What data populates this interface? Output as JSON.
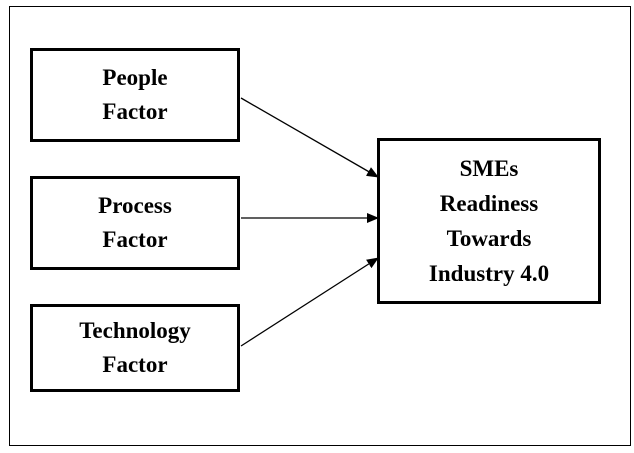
{
  "diagram": {
    "sources": [
      {
        "id": "people",
        "lines": [
          "People",
          "Factor"
        ]
      },
      {
        "id": "process",
        "lines": [
          "Process",
          "Factor"
        ]
      },
      {
        "id": "technology",
        "lines": [
          "Technology",
          "Factor"
        ]
      }
    ],
    "target": {
      "lines": [
        "SMEs",
        "Readiness",
        "Towards",
        "Industry 4.0"
      ]
    },
    "edges": [
      {
        "from": "people",
        "to": "target"
      },
      {
        "from": "process",
        "to": "target"
      },
      {
        "from": "technology",
        "to": "target"
      }
    ],
    "colors": {
      "stroke": "#000000",
      "background": "#ffffff"
    }
  }
}
